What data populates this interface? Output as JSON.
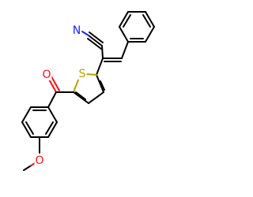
{
  "atoms": {
    "nitrogen": {
      "label": "N",
      "color": "#1f1fff"
    },
    "sulfur": {
      "label": "S",
      "color": "#b8a100"
    },
    "carbonyl_oxygen": {
      "label": "O",
      "color": "#ff1010"
    },
    "ether_oxygen": {
      "label": "O",
      "color": "#ff1010"
    }
  }
}
